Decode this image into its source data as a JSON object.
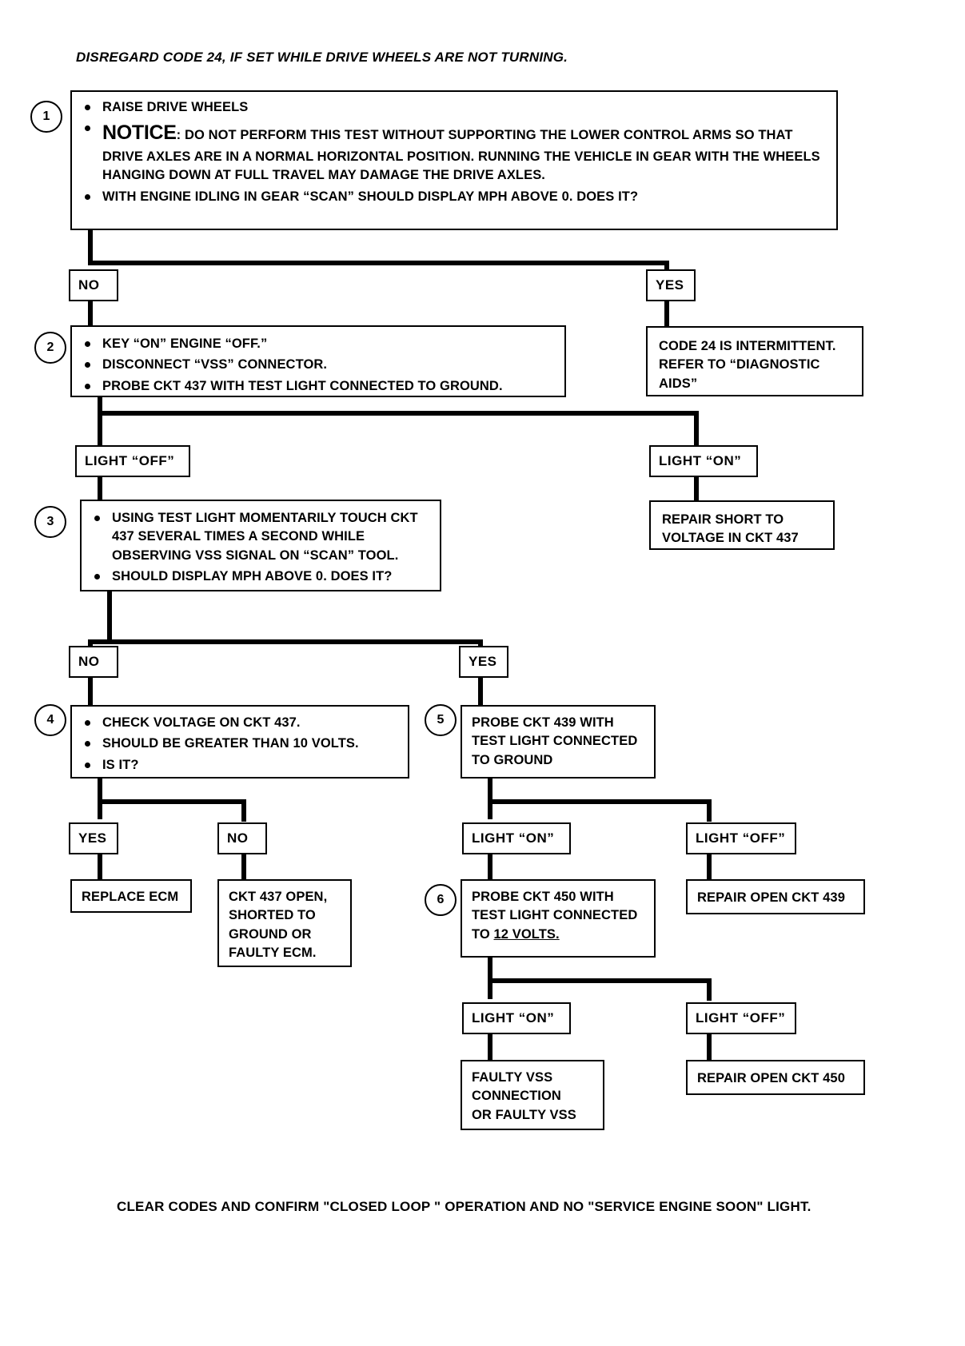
{
  "document": {
    "header_note": "DISREGARD CODE 24, IF SET WHILE DRIVE WHEELS ARE NOT TURNING.",
    "footer_note": "CLEAR CODES AND CONFIRM \"CLOSED LOOP \" OPERATION AND NO \"SERVICE ENGINE SOON\" LIGHT."
  },
  "steps": {
    "s1": "1",
    "s2": "2",
    "s3": "3",
    "s4": "4",
    "s5": "5",
    "s6": "6"
  },
  "boxes": {
    "step1": {
      "line1": "RAISE DRIVE WHEELS",
      "notice_label": "NOTICE",
      "notice_sep": ": ",
      "notice_text": "DO NOT PERFORM THIS TEST WITHOUT SUPPORTING THE LOWER CONTROL ARMS SO THAT DRIVE AXLES ARE IN A NORMAL HORIZONTAL POSITION.  RUNNING THE VEHICLE IN GEAR WITH THE WHEELS HANGING DOWN AT FULL TRAVEL MAY DAMAGE THE DRIVE AXLES.",
      "line3": "WITH ENGINE IDLING IN GEAR “SCAN” SHOULD DISPLAY MPH ABOVE 0.  DOES IT?"
    },
    "step2": {
      "line1": "KEY “ON” ENGINE “OFF.”",
      "line2": "DISCONNECT “VSS” CONNECTOR.",
      "line3": "PROBE CKT 437 WITH TEST LIGHT CONNECTED TO GROUND."
    },
    "code24": "CODE 24 IS INTERMITTENT.\nREFER TO “DIAGNOSTIC\nAIDS”",
    "repair_short_437": "REPAIR SHORT TO\nVOLTAGE IN CKT 437",
    "step3": {
      "line1": "USING TEST LIGHT MOMENTARILY TOUCH CKT 437 SEVERAL TIMES A SECOND WHILE OBSERVING VSS SIGNAL ON “SCAN” TOOL.",
      "line2": "SHOULD DISPLAY MPH ABOVE 0.  DOES IT?"
    },
    "step4": {
      "line1": "CHECK VOLTAGE ON CKT 437.",
      "line2": "SHOULD BE GREATER THAN 10 VOLTS.",
      "line3": "IS IT?"
    },
    "step5": "PROBE CKT 439 WITH\nTEST LIGHT CONNECTED\nTO GROUND",
    "step6_pre": "PROBE CKT 450 WITH\nTEST LIGHT CONNECTED\nTO ",
    "step6_underlined": "12 VOLTS.",
    "replace_ecm": "REPLACE ECM",
    "ckt437_open": "CKT 437 OPEN,\nSHORTED TO\nGROUND OR\nFAULTY ECM.",
    "repair_open_439": "REPAIR OPEN CKT 439",
    "repair_open_450": "REPAIR OPEN CKT 450",
    "faulty_vss": "FAULTY VSS\nCONNECTION\nOR FAULTY VSS"
  },
  "branch_labels": {
    "no_1": "NO",
    "yes_1": "YES",
    "light_off_1": "LIGHT “OFF”",
    "light_on_1": "LIGHT “ON”",
    "no_2": "NO",
    "yes_2": "YES",
    "yes_3": "YES",
    "no_3": "NO",
    "light_on_2": "LIGHT “ON”",
    "light_off_2": "LIGHT “OFF”",
    "light_on_3": "LIGHT “ON”",
    "light_off_3": "LIGHT “OFF”"
  },
  "colors": {
    "ink": "#000000",
    "paper": "#ffffff"
  }
}
